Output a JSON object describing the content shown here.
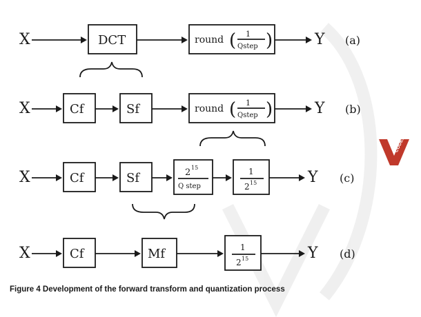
{
  "labels": {
    "input": "X",
    "output": "Y",
    "dct": "DCT",
    "cf": "Cf",
    "sf": "Sf",
    "mf": "Mf",
    "round": "round",
    "one": "1",
    "qstep": "Qstep",
    "q_step": "Q step",
    "two": "2",
    "exp15": "15"
  },
  "row_tags": [
    "(a)",
    "(b)",
    "(c)",
    "(d)"
  ],
  "caption": "Figure 4 Development of the forward transform and quantization process",
  "logo": {
    "text": "CODEX",
    "color": "#c0392b"
  }
}
